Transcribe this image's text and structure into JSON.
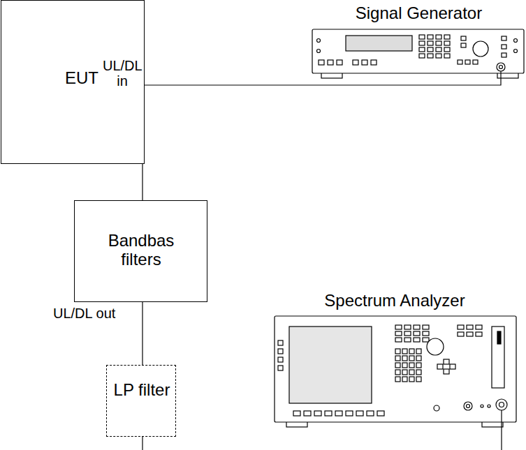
{
  "diagram": {
    "nodes": [
      {
        "text": [
          "EUT",
          "UL/DL in"
        ]
      },
      {
        "text": [
          "Signal Generator"
        ]
      },
      {
        "text": [
          "Bandbas filters"
        ]
      },
      {
        "text": [
          "LP filter"
        ]
      },
      {
        "text": [
          "Spectrum Analyzer"
        ]
      }
    ],
    "edges": [
      {
        "from": 0,
        "to": 1,
        "arrow": "none"
      },
      {
        "from": 0,
        "to": 2,
        "arrow": "none"
      },
      {
        "from": 2,
        "to": 3,
        "arrow": "none"
      }
    ],
    "labels": [
      "UL/DL out"
    ]
  }
}
